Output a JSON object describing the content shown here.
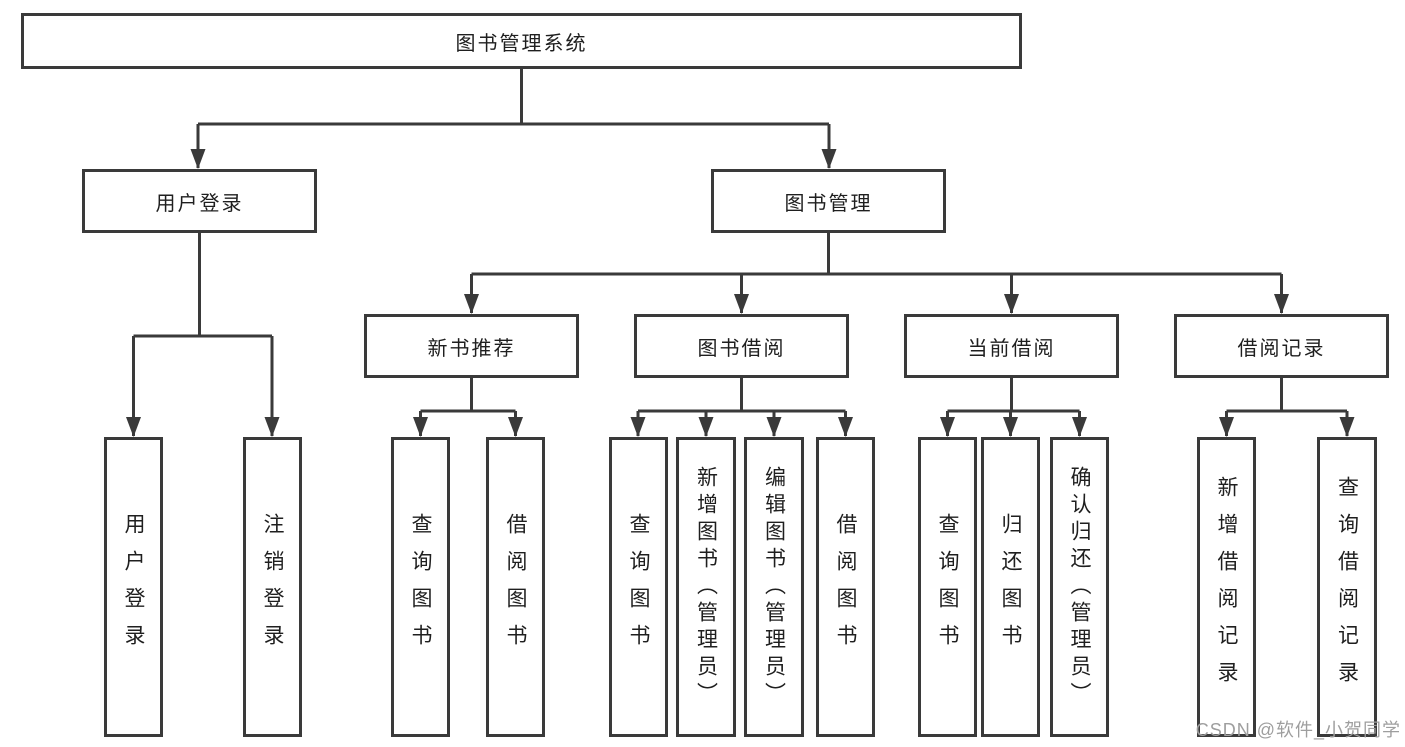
{
  "diagram": {
    "root": {
      "label": "图书管理系统"
    },
    "level2": [
      {
        "label": "用户登录"
      },
      {
        "label": "图书管理"
      }
    ],
    "level3": [
      {
        "label": "新书推荐"
      },
      {
        "label": "图书借阅"
      },
      {
        "label": "当前借阅"
      },
      {
        "label": "借阅记录"
      }
    ],
    "leaves": [
      {
        "label": "用户登录"
      },
      {
        "label": "注销登录"
      },
      {
        "label": "查询图书"
      },
      {
        "label": "借阅图书"
      },
      {
        "label": "查询图书"
      },
      {
        "label": "新增图书（管理员）"
      },
      {
        "label": "编辑图书（管理员）"
      },
      {
        "label": "借阅图书"
      },
      {
        "label": "查询图书"
      },
      {
        "label": "归还图书"
      },
      {
        "label": "确认归还（管理员）"
      },
      {
        "label": "新增借阅记录"
      },
      {
        "label": "查询借阅记录"
      }
    ]
  },
  "watermark": {
    "text": "CSDN @软件_小贺同学"
  },
  "colors": {
    "line": "#3a3a3a",
    "box_border": "#3a3a3a",
    "box_fill": "#ffffff",
    "text": "#1f1f1f",
    "watermark": "#9e9e9e"
  }
}
